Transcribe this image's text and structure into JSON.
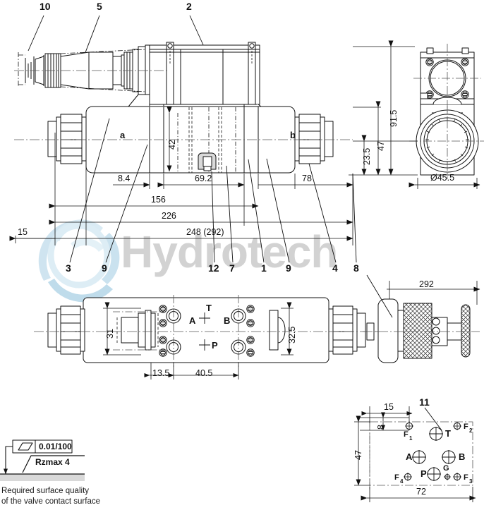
{
  "drawing": {
    "title": "Hydraulic directional valve assembly drawing",
    "watermark_text": "Hydrotech",
    "watermark_color": "#d2d2d2",
    "swoosh_color": "#a9cfe4",
    "line_color": "#111111",
    "centerline_color": "#555555"
  },
  "callouts_top": [
    {
      "id": "c10",
      "label": "10"
    },
    {
      "id": "c5",
      "label": "5"
    },
    {
      "id": "c2",
      "label": "2"
    }
  ],
  "callouts_bottom": [
    {
      "id": "b3",
      "label": "3"
    },
    {
      "id": "b9a",
      "label": "9"
    },
    {
      "id": "b12",
      "label": "12"
    },
    {
      "id": "b7",
      "label": "7"
    },
    {
      "id": "b1",
      "label": "1"
    },
    {
      "id": "b9b",
      "label": "9"
    },
    {
      "id": "b4",
      "label": "4"
    },
    {
      "id": "b8",
      "label": "8"
    }
  ],
  "callout_port_plate": "11",
  "main_view": {
    "solenoid_a_label": "a",
    "solenoid_b_label": "b",
    "dims": {
      "d15": "15",
      "d8_4": "8.4",
      "d69_2": "69.2",
      "d78": "78",
      "d156": "156",
      "d226": "226",
      "d248": "248  (292)",
      "d42": "42"
    }
  },
  "end_view": {
    "dims": {
      "h91_5": "91.5",
      "h47": "47",
      "h23_5": "23.5",
      "dia": "Ø45.5"
    }
  },
  "bottom_view": {
    "ports": [
      "T",
      "A",
      "B",
      "P"
    ],
    "dims": {
      "h31": "31",
      "h32_5": "32.5",
      "d13_5": "13.5",
      "d40_5": "40.5"
    }
  },
  "handle_view": {
    "dims": {
      "d292": "292"
    }
  },
  "port_plate": {
    "ports": [
      {
        "name": "T",
        "type": "large"
      },
      {
        "name": "A",
        "type": "large"
      },
      {
        "name": "B",
        "type": "large"
      },
      {
        "name": "P",
        "type": "large"
      },
      {
        "name": "G",
        "type": "small"
      },
      {
        "name": "F",
        "sub": "1",
        "type": "small"
      },
      {
        "name": "F",
        "sub": "2",
        "type": "small"
      },
      {
        "name": "F",
        "sub": "3",
        "type": "small"
      },
      {
        "name": "F",
        "sub": "4",
        "type": "small"
      }
    ],
    "dims": {
      "d15": "15",
      "d8": "8",
      "d47": "47",
      "d72": "72"
    }
  },
  "surface_spec": {
    "flatness_symbol": "parallelogram-icon",
    "flatness_value": "0.01/100",
    "roughness_value": "Rzmax  4",
    "note_line1": "Required surface quality",
    "note_line2": "of the valve contact surface"
  }
}
